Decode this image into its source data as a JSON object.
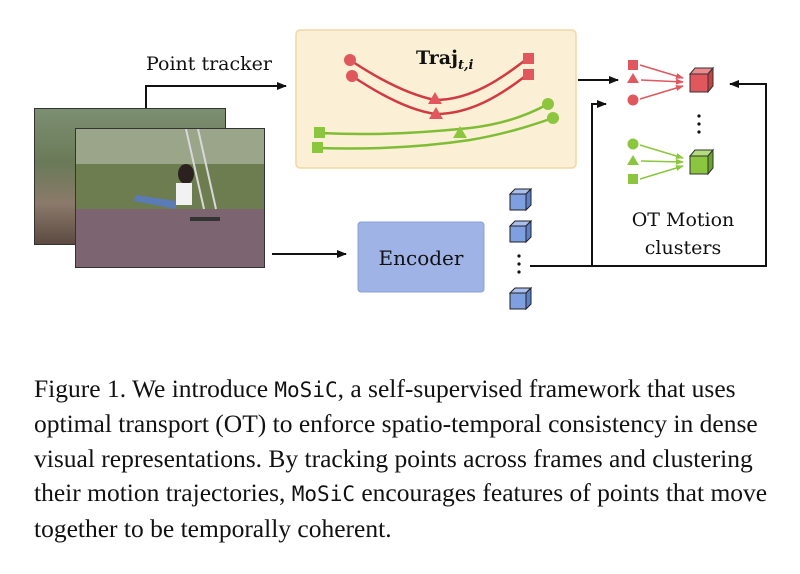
{
  "diagram": {
    "point_tracker_label": "Point tracker",
    "traj_label_main": "Traj",
    "traj_label_sub": "t,i",
    "encoder_label": "Encoder",
    "ot_label_line1": "OT Motion",
    "ot_label_line2": "clusters",
    "colors": {
      "red": "#e0585d",
      "green": "#8cc63f",
      "blue_cube": "#7e9fe0",
      "encoder_fill": "#9fb3e6",
      "traj_box_fill": "#fbf0d6",
      "traj_box_stroke": "#efd8a6"
    }
  },
  "caption": {
    "part1": "Figure 1. We introduce ",
    "name1": "MoSiC",
    "part2": ", a self-supervised framework that uses optimal transport (OT) to enforce spatio-temporal consistency in dense visual representations. By tracking points across frames and clustering their motion trajectories, ",
    "name2": "MoSiC",
    "part3": " encourages features of points that move together to be temporally coherent."
  }
}
